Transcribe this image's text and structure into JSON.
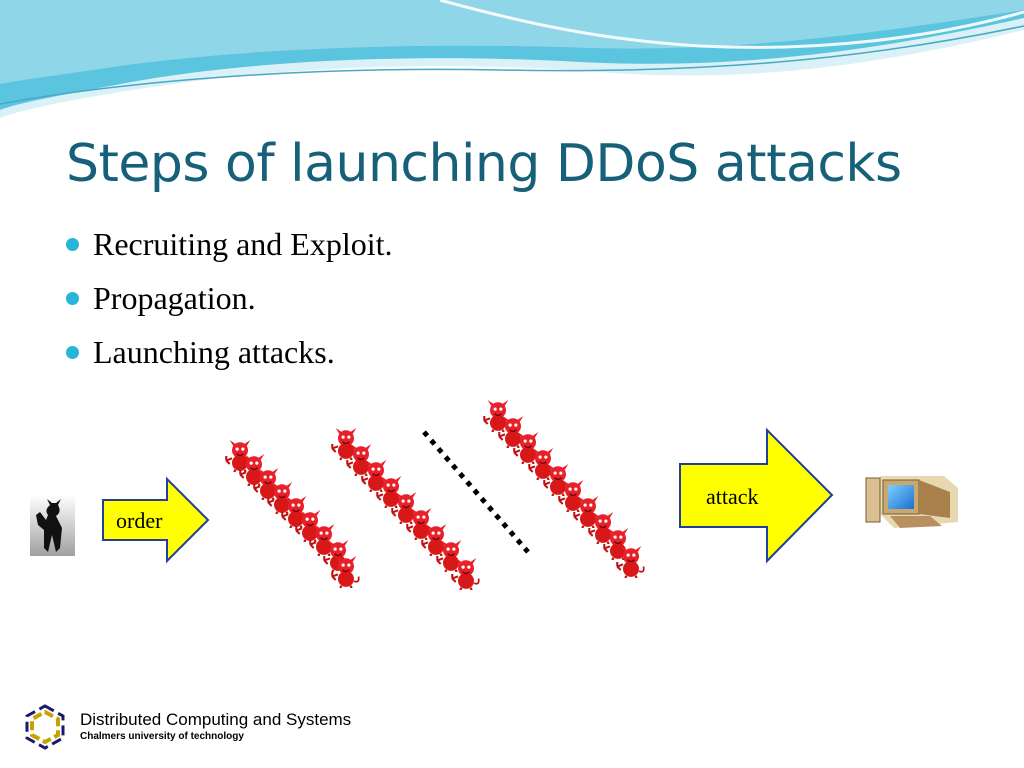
{
  "slide": {
    "title": "Steps of launching DDoS attacks",
    "bullets": [
      {
        "text": "Recruiting and Exploit."
      },
      {
        "text": "Propagation."
      },
      {
        "text": "Launching attacks."
      }
    ]
  },
  "diagram": {
    "order_label": "order",
    "attack_label": "attack",
    "attacker_icon": "devil-figure-icon",
    "zombie_icon": "red-devil-icon",
    "target_icon": "computer-icon",
    "arrow_color": "#ffff00",
    "arrow_border": "#1f3f9a",
    "zombie_color": "#e8202a"
  },
  "footer": {
    "title": "Distributed Computing and Systems",
    "subtitle": "Chalmers university of technology",
    "logo_colors": [
      "#c8a000",
      "#1a1a6a"
    ]
  },
  "theme": {
    "title_color": "#17607a",
    "bullet_color": "#27b6d8",
    "wave_color": "#5bc4de"
  }
}
